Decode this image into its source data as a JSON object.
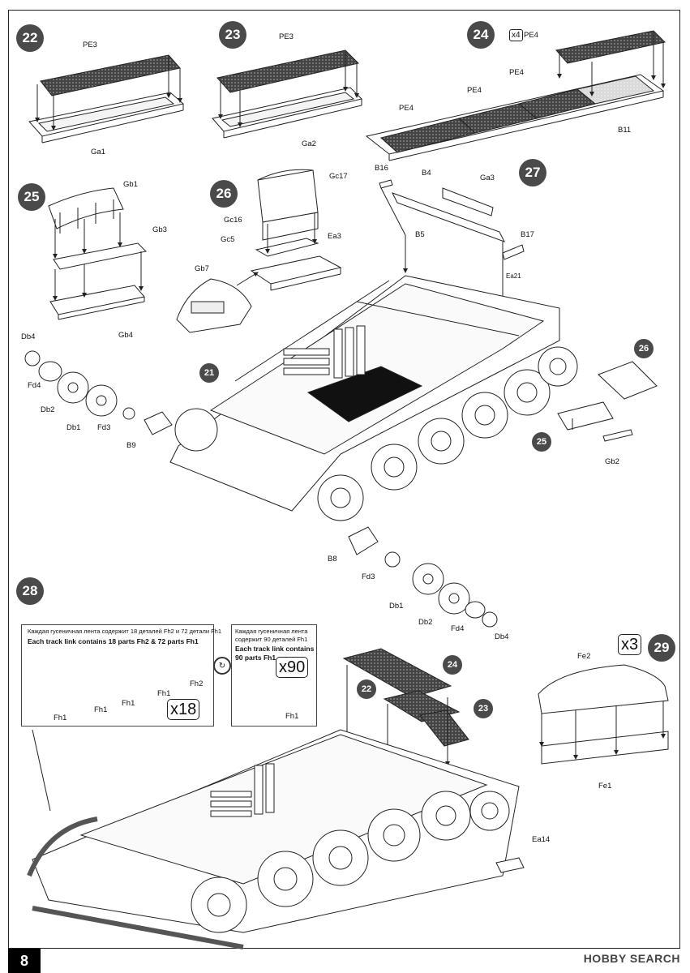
{
  "page_number": "8",
  "watermark": "HOBBY SEARCH",
  "steps": {
    "s22": "22",
    "s23": "23",
    "s24": "24",
    "s25": "25",
    "s26": "26",
    "s27": "27",
    "s28": "28",
    "s29": "29"
  },
  "sub_refs": {
    "r21": "21",
    "r26": "26",
    "r25": "25",
    "r24": "24",
    "r22": "22",
    "r23": "23"
  },
  "parts": {
    "pe3_a": "PE3",
    "ga1": "Ga1",
    "pe3_b": "PE3",
    "ga2": "Ga2",
    "pe4_a": "PE4",
    "pe4_b": "PE4",
    "pe4_c": "PE4",
    "pe4_d": "PE4",
    "b11": "B11",
    "gb1": "Gb1",
    "gb3": "Gb3",
    "gb4": "Gb4",
    "gc17": "Gc17",
    "gc16": "Gc16",
    "gc5": "Gc5",
    "ea3": "Ea3",
    "gb7": "Gb7",
    "b16": "B16",
    "b4": "B4",
    "ga3": "Ga3",
    "b5": "B5",
    "b17": "B17",
    "ea21": "Ea21",
    "db4_a": "Db4",
    "fd4_a": "Fd4",
    "db2_a": "Db2",
    "db1_a": "Db1",
    "fd3_a": "Fd3",
    "b9": "B9",
    "gb2": "Gb2",
    "b8": "B8",
    "fd3_b": "Fd3",
    "db1_b": "Db1",
    "db2_b": "Db2",
    "fd4_b": "Fd4",
    "db4_b": "Db4",
    "fh2_a": "Fh2",
    "fh1_a": "Fh1",
    "fh1_b": "Fh1",
    "fh1_c": "Fh1",
    "fh1_d": "Fh1",
    "fh1_e": "Fh1",
    "fe2": "Fe2",
    "fe1": "Fe1",
    "ea14": "Ea14"
  },
  "quantities": {
    "x4": "x4",
    "x18": "x18",
    "x90": "x90",
    "x3": "x3"
  },
  "track_note_1": {
    "ru": "Каждая гусеничная лента содержит 18 деталей Fh2 и 72 детали Fh1",
    "en": "Each track link contains 18 parts Fh2 & 72 parts Fh1"
  },
  "track_note_2": {
    "ru_1": "Каждая гусеничная лента",
    "ru_2": "содержит  90 деталей Fh1",
    "en_1": "Each track link contains",
    "en_2": "90 parts Fh1"
  },
  "colors": {
    "badge": "#4a4a4a",
    "line": "#222222"
  }
}
